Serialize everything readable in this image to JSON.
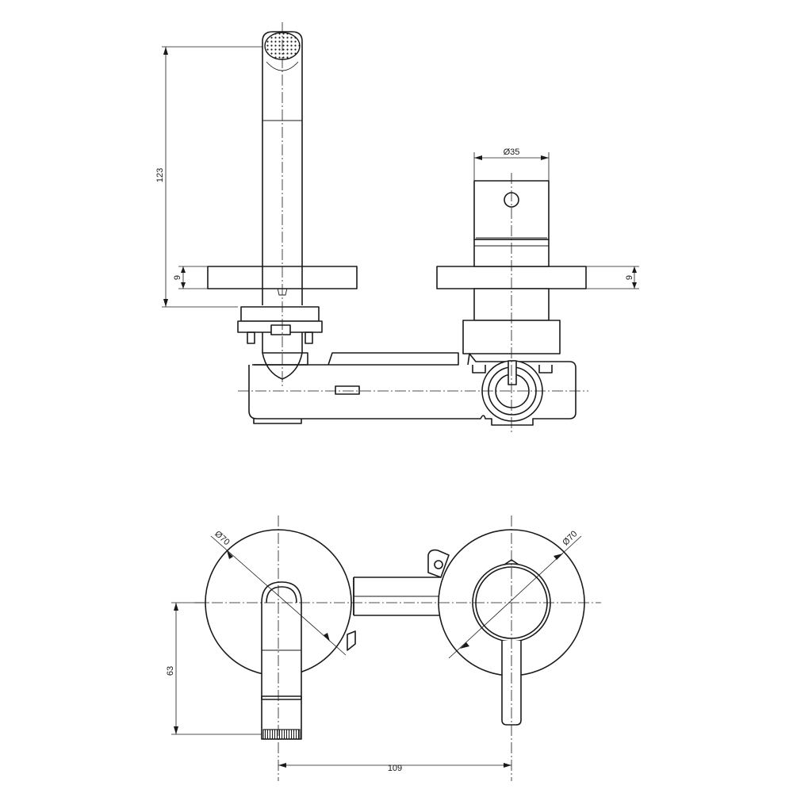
{
  "dimensions": {
    "spout_height": "123",
    "plate_thickness_left": "9",
    "plate_thickness_right": "9",
    "handle_diameter": "Ø35",
    "plate_diameter_left": "Ø70",
    "plate_diameter_right": "Ø70",
    "spout_projection": "63",
    "center_distance": "109"
  }
}
